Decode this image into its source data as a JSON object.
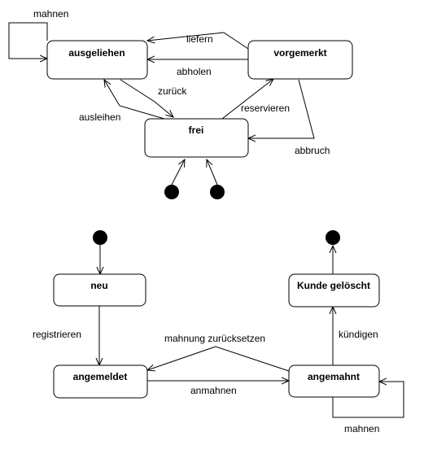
{
  "diagram_top": {
    "states": {
      "ausgeliehen": "ausgeliehen",
      "vorgemerkt": "vorgemerkt",
      "frei": "frei"
    },
    "transitions": {
      "mahnen": "mahnen",
      "liefern": "liefern",
      "abholen": "abholen",
      "zurueck": "zurück",
      "ausleihen": "ausleihen",
      "reservieren": "reservieren",
      "abbruch": "abbruch"
    }
  },
  "diagram_bottom": {
    "states": {
      "neu": "neu",
      "angemeldet": "angemeldet",
      "angemahnt": "angemahnt",
      "kunde_geloescht": "Kunde gelöscht"
    },
    "transitions": {
      "registrieren": "registrieren",
      "anmahnen": "anmahnen",
      "mahnung_zuruecksetzen": "mahnung zurücksetzen",
      "kuendigen": "kündigen",
      "mahnen": "mahnen"
    }
  }
}
